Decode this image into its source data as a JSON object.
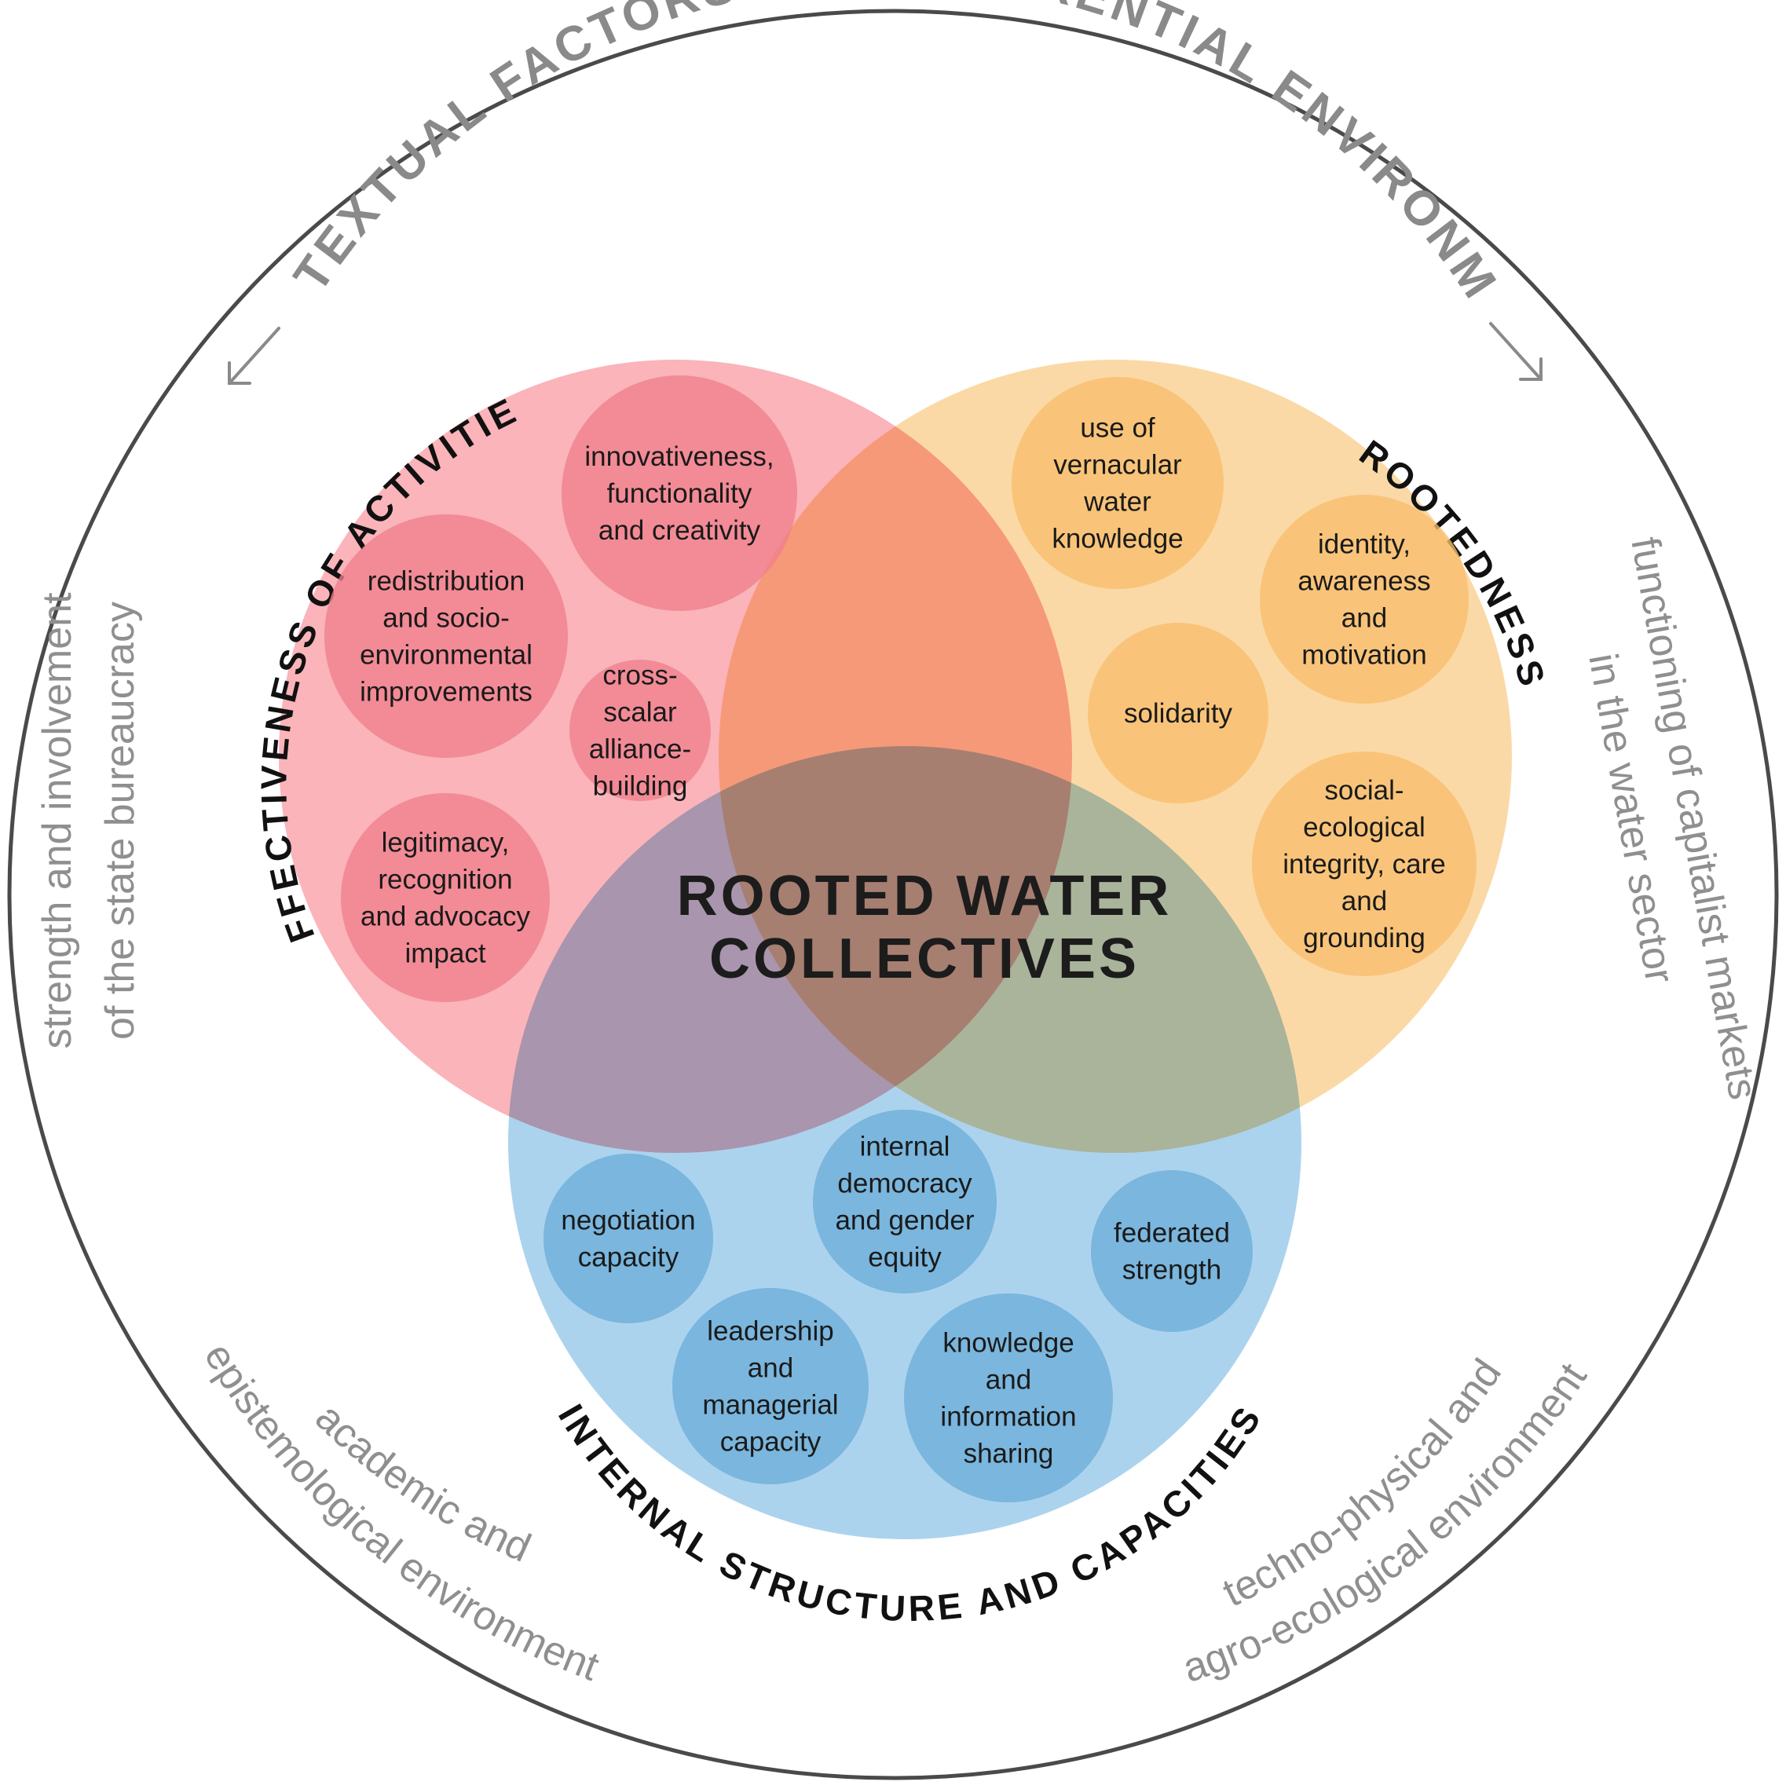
{
  "outer_title": "CONTEXTUAL FACTORS AND REFERENTIAL ENVIRONMENT",
  "center_title": {
    "line1": "ROOTED WATER",
    "line2": "COLLECTIVES"
  },
  "dimensions": {
    "effectiveness": "EFFECTIVENESS OF ACTIVITIES",
    "rootedness": "ROOTEDNESS",
    "internal": "INTERNAL STRUCTURE AND CAPACITIES"
  },
  "context_factors": {
    "left": [
      "strength and involvement",
      "of the state bureaucracy"
    ],
    "right": [
      "functioning of capitalist markets",
      "in the water sector"
    ],
    "bottom_left": [
      "academic and",
      "epistemological environment"
    ],
    "bottom_right": [
      "techno-physical  and",
      "agro-ecological environment"
    ]
  },
  "bubbles": {
    "effectiveness": [
      [
        "innovativeness,",
        "functionality",
        "and creativity"
      ],
      [
        "redistribution",
        "and socio-",
        "environmental",
        "improvements"
      ],
      [
        "cross-",
        "scalar",
        "alliance-",
        "building"
      ],
      [
        "legitimacy,",
        "recognition",
        "and advocacy",
        "impact"
      ]
    ],
    "rootedness": [
      [
        "use of",
        "vernacular",
        "water",
        "knowledge"
      ],
      [
        "identity,",
        "awareness",
        "and",
        "motivation"
      ],
      [
        "solidarity"
      ],
      [
        "social-",
        "ecological",
        "integrity, care",
        "and",
        "grounding"
      ]
    ],
    "internal": [
      [
        "negotiation",
        "capacity"
      ],
      [
        "internal",
        "democracy",
        "and gender",
        "equity"
      ],
      [
        "federated",
        "strength"
      ],
      [
        "leadership",
        "and",
        "managerial",
        "capacity"
      ],
      [
        "knowledge",
        "and",
        "information",
        "sharing"
      ]
    ]
  },
  "colors": {
    "red_circle": "#f9a7ae",
    "orange_circle": "#fbd296",
    "blue_circle": "#9ecbea",
    "red_bubble": "#f07f8c",
    "orange_bubble": "#f9be6d",
    "blue_bubble": "#6caed9",
    "outer_ring": "#4a4a4a",
    "context_text": "#8f8f8f"
  }
}
